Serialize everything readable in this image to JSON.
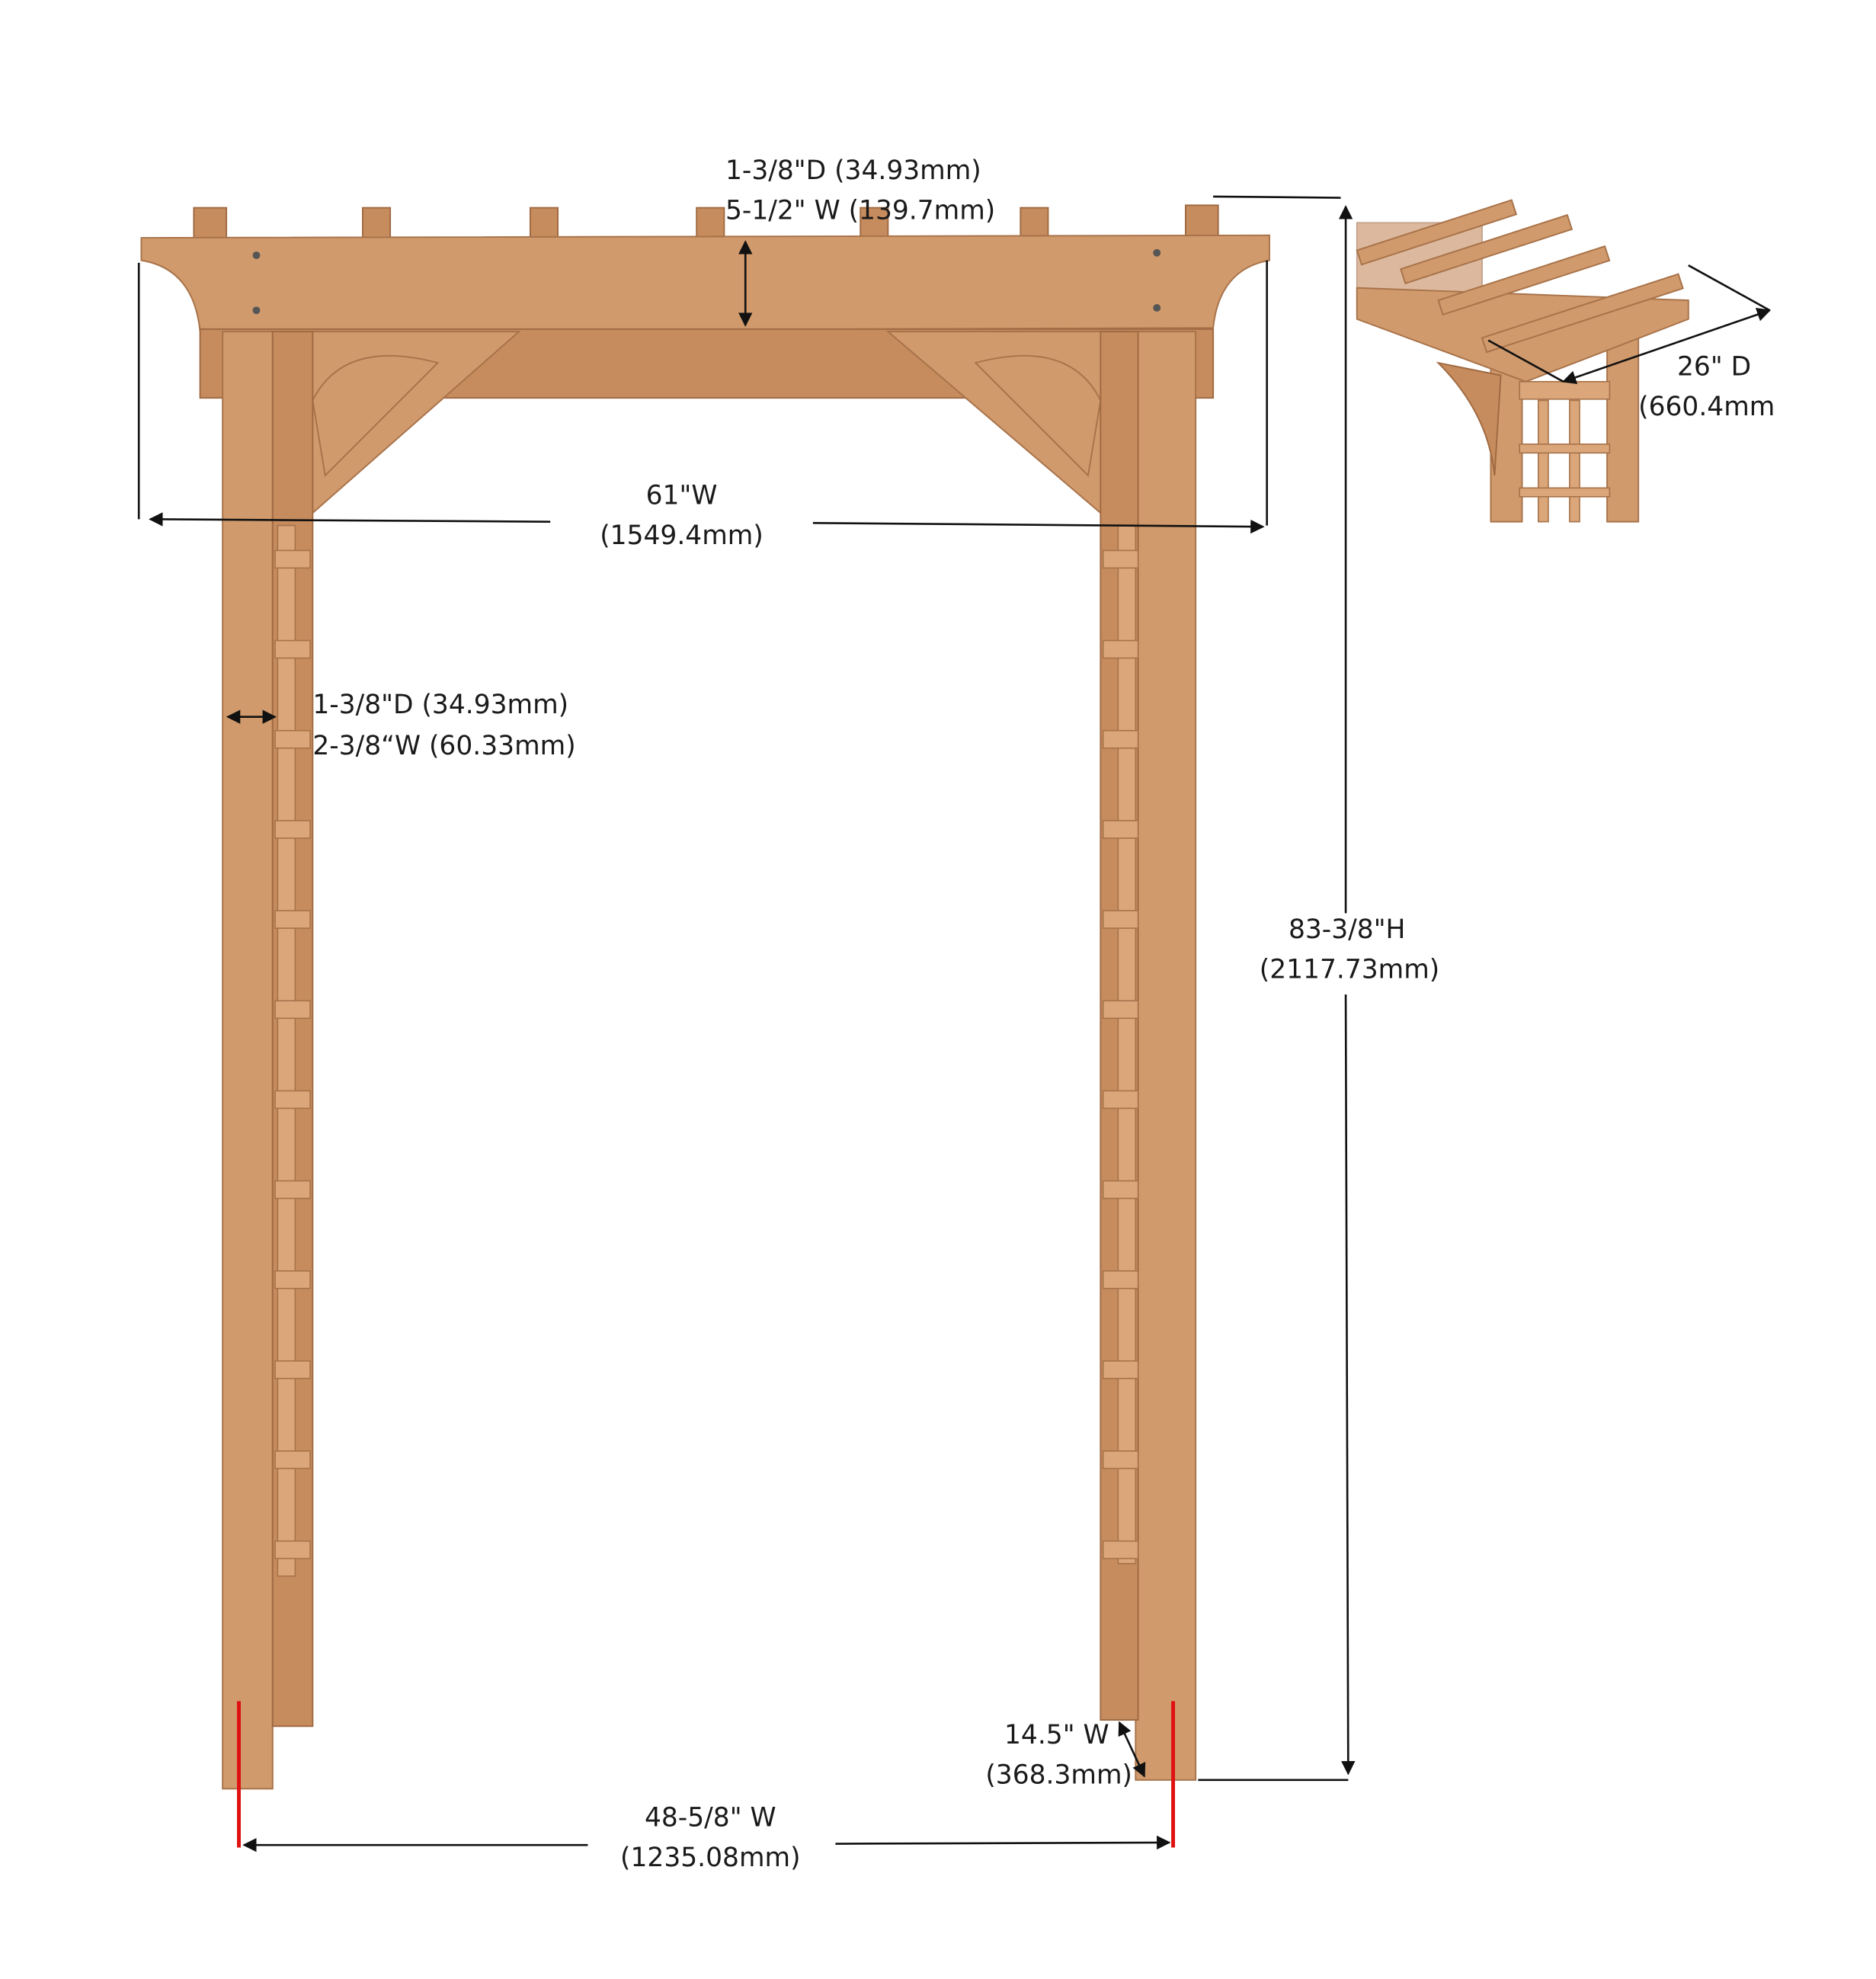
{
  "colors": {
    "wood": "#d09a6c",
    "dimension_line": "#111111",
    "marker": "#e01010",
    "background": "#ffffff"
  },
  "dimensions": {
    "beam_depth": "1-3/8\"D (34.93mm)",
    "beam_width": "5-1/2\" W (139.7mm)",
    "overall_width_in": "61\"W",
    "overall_width_mm": "(1549.4mm)",
    "post_depth": "1-3/8\"D (34.93mm)",
    "post_width": "2-3/8“W (60.33mm)",
    "height_in": "83-3/8\"H",
    "height_mm": "(2117.73mm)",
    "depth_in": "26\" D",
    "depth_mm": "(660.4mm",
    "side_width_in": "14.5\" W",
    "side_width_mm": "(368.3mm)",
    "inner_width_in": "48-5/8\" W",
    "inner_width_mm": "(1235.08mm)"
  }
}
